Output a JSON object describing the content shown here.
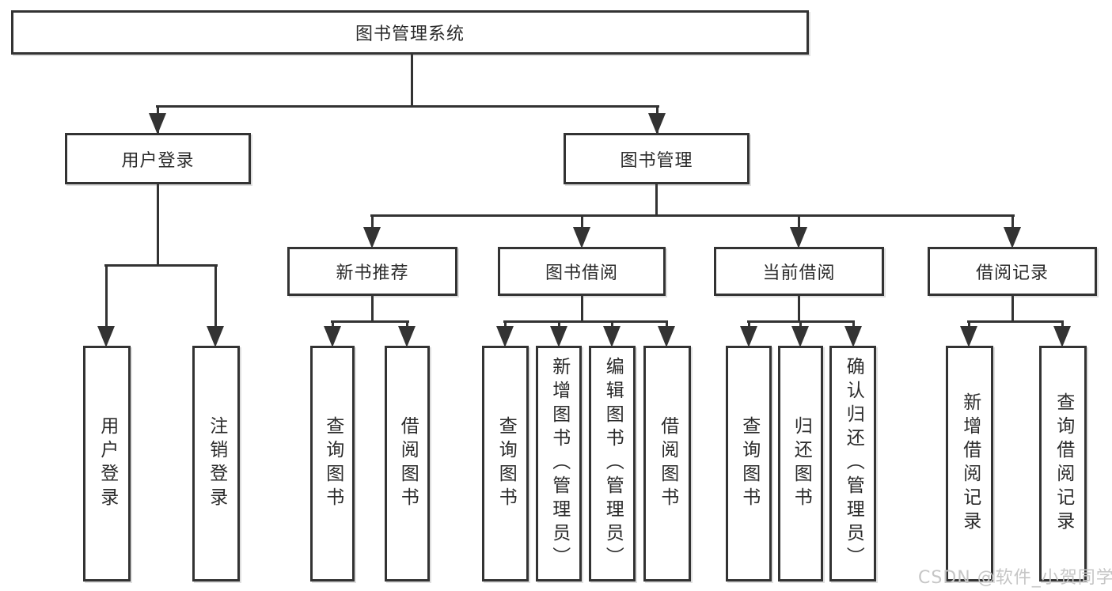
{
  "nodes": {
    "root": "图书管理系统",
    "login": "用户登录",
    "login_user": "用户登录",
    "login_logout": "注销登录",
    "mgmt": "图书管理",
    "rec": "新书推荐",
    "rec_query": "查询图书",
    "rec_borrow": "借阅图书",
    "borrow": "图书借阅",
    "borrow_query": "查询图书",
    "borrow_add": "新增图书（管理员）",
    "borrow_edit": "编辑图书（管理员）",
    "borrow_borrow": "借阅图书",
    "current": "当前借阅",
    "current_query": "查询图书",
    "current_return": "归还图书",
    "current_confirm": "确认归还（管理员）",
    "record": "借阅记录",
    "record_add": "新增借阅记录",
    "record_query": "查询借阅记录"
  },
  "watermark": {
    "text": "CSDN @软件_小贺同学",
    "color": "#c6c6c6"
  },
  "colors": {
    "line": "#333333",
    "text": "#2b2b2b",
    "box_fill": "#ffffff",
    "background": "#ffffff"
  }
}
